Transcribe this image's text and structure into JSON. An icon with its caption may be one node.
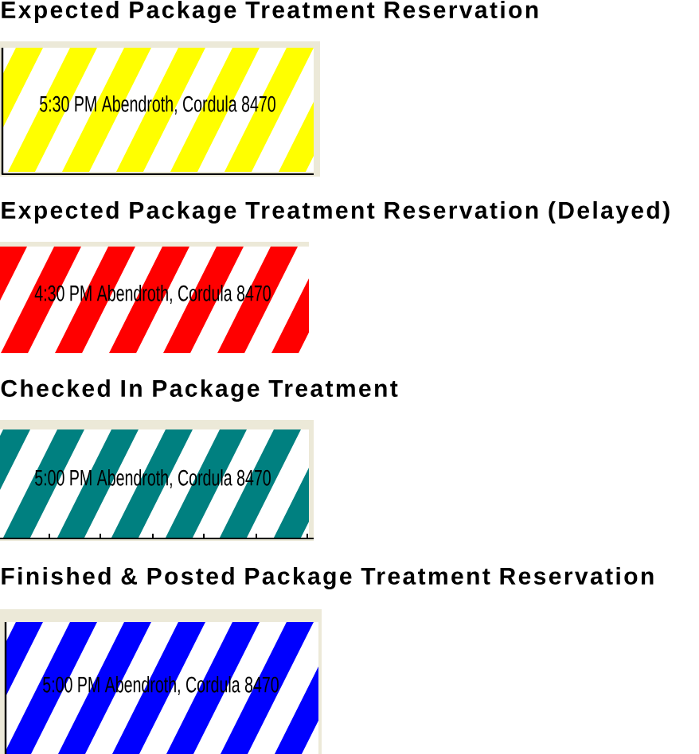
{
  "diagram": {
    "nodes": [
      {
        "text": [
          "Expected Package Treatment Reservation",
          "5:30 PM Abendroth, Cordula 8470"
        ]
      },
      {
        "text": [
          "Expected Package Treatment Reservation (Delayed)",
          "4:30 PM Abendroth, Cordula 8470"
        ]
      },
      {
        "text": [
          "Checked In Package Treatment",
          "5:00 PM Abendroth, Cordula 8470"
        ]
      },
      {
        "text": [
          "Finished & Posted Package Treatment Reservation",
          "5:00 PM Abendroth, Cordula 8470"
        ]
      }
    ]
  }
}
